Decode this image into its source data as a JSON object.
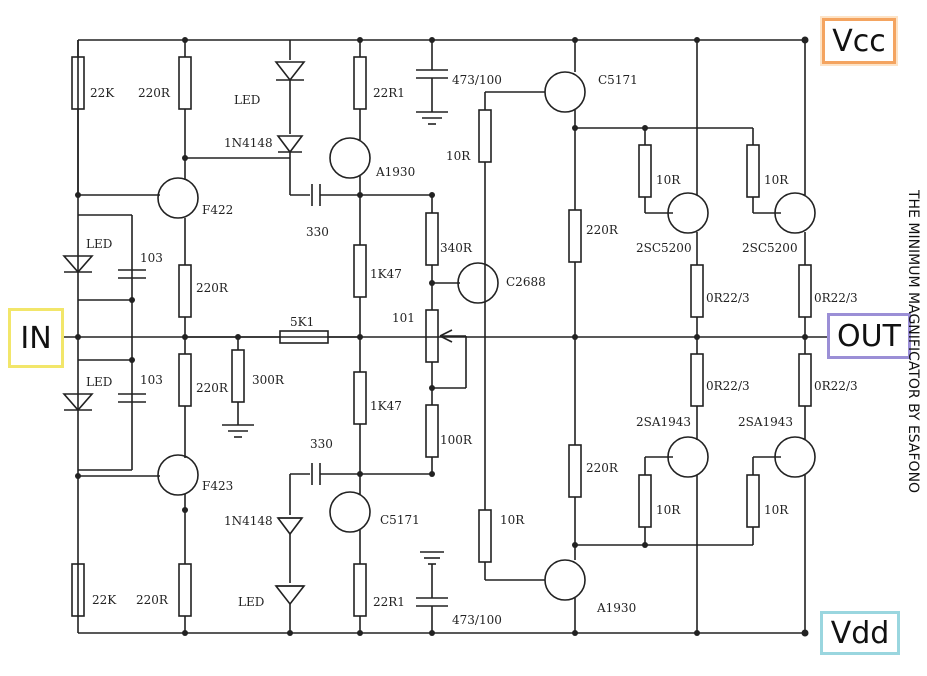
{
  "rails": {
    "vcc": "Vcc",
    "vdd": "Vdd"
  },
  "ports": {
    "in": "IN",
    "out": "OUT"
  },
  "credit": "THE MINIMUM MAGNIFICATOR BY ESAFONO",
  "labels": {
    "r_22k_top": "22K",
    "r_220r_top": "220R",
    "led_top": "LED",
    "d_1n4148_top": "1N4148",
    "r_22r1_top": "22R1",
    "c_473_top": "473/100",
    "q_a1930_top": "A1930",
    "q_f422": "F422",
    "c_330_top": "330",
    "led_in_top": "LED",
    "c_103_top": "103",
    "r_220r_mid_top": "220R",
    "r_5k1": "5K1",
    "r_220r_mid_bot": "220R",
    "r_300r": "300R",
    "r_1k47_top": "1K47",
    "r_1k47_bot": "1K47",
    "led_in_bot": "LED",
    "c_103_bot": "103",
    "q_f423": "F423",
    "c_330_bot": "330",
    "d_1n4148_bot": "1N4148",
    "q_c5171_bot": "C5171",
    "led_bot": "LED",
    "r_22r1_bot": "22R1",
    "c_473_bot": "473/100",
    "r_22k_bot": "22K",
    "r_220r_bot": "220R",
    "r_340r": "340R",
    "q_c2688": "C2688",
    "vr_101": "101",
    "r_100r": "100R",
    "r_10r_top": "10R",
    "r_10r_bot": "10R",
    "q_c5171_top": "C5171",
    "q_a1930_bot": "A1930",
    "r_220r_right_top": "220R",
    "r_220r_right_bot": "220R",
    "r_10r_o1": "10R",
    "r_10r_o2": "10R",
    "q_2sc5200_1": "2SC5200",
    "q_2sc5200_2": "2SC5200",
    "r_0r22_1": "0R22/3",
    "r_0r22_2": "0R22/3",
    "r_0r22_3": "0R22/3",
    "r_0r22_4": "0R22/3",
    "q_2sa1943_1": "2SA1943",
    "q_2sa1943_2": "2SA1943",
    "r_10r_o3": "10R",
    "r_10r_o4": "10R"
  }
}
